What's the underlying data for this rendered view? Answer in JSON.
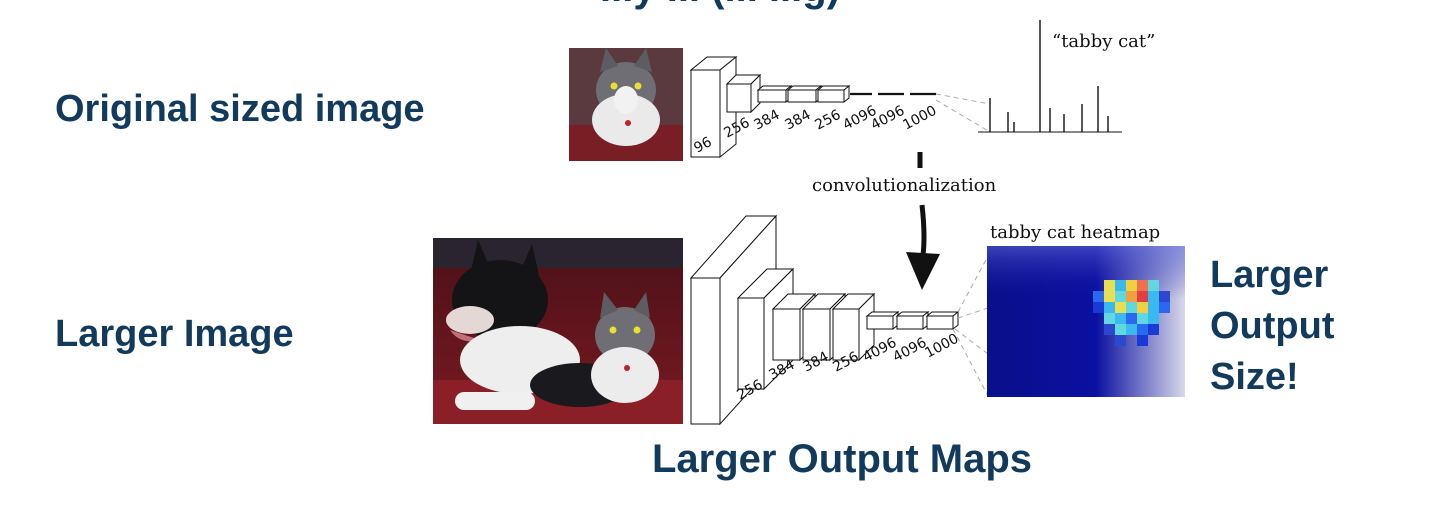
{
  "header": {
    "cropped_title": "...y ... (... ...g)"
  },
  "labels": {
    "original_sized_image": "Original sized image",
    "larger_image": "Larger Image",
    "larger_output_maps": "Larger Output Maps",
    "larger_output_size": [
      "Larger",
      "Output",
      "Size!"
    ]
  },
  "top_network": {
    "layer_sizes": [
      "96",
      "256",
      "384",
      "384",
      "256",
      "4096",
      "4096",
      "1000"
    ],
    "output_label": "“tabby cat”"
  },
  "transition_label": "convolutionalization",
  "bottom_network": {
    "layer_sizes": [
      "256",
      "384",
      "384",
      "256",
      "4096",
      "4096",
      "1000"
    ],
    "heatmap_label": "tabby cat heatmap"
  },
  "colors": {
    "label_text": "#123a5c",
    "heatmap_background": "#0a0f8a"
  }
}
